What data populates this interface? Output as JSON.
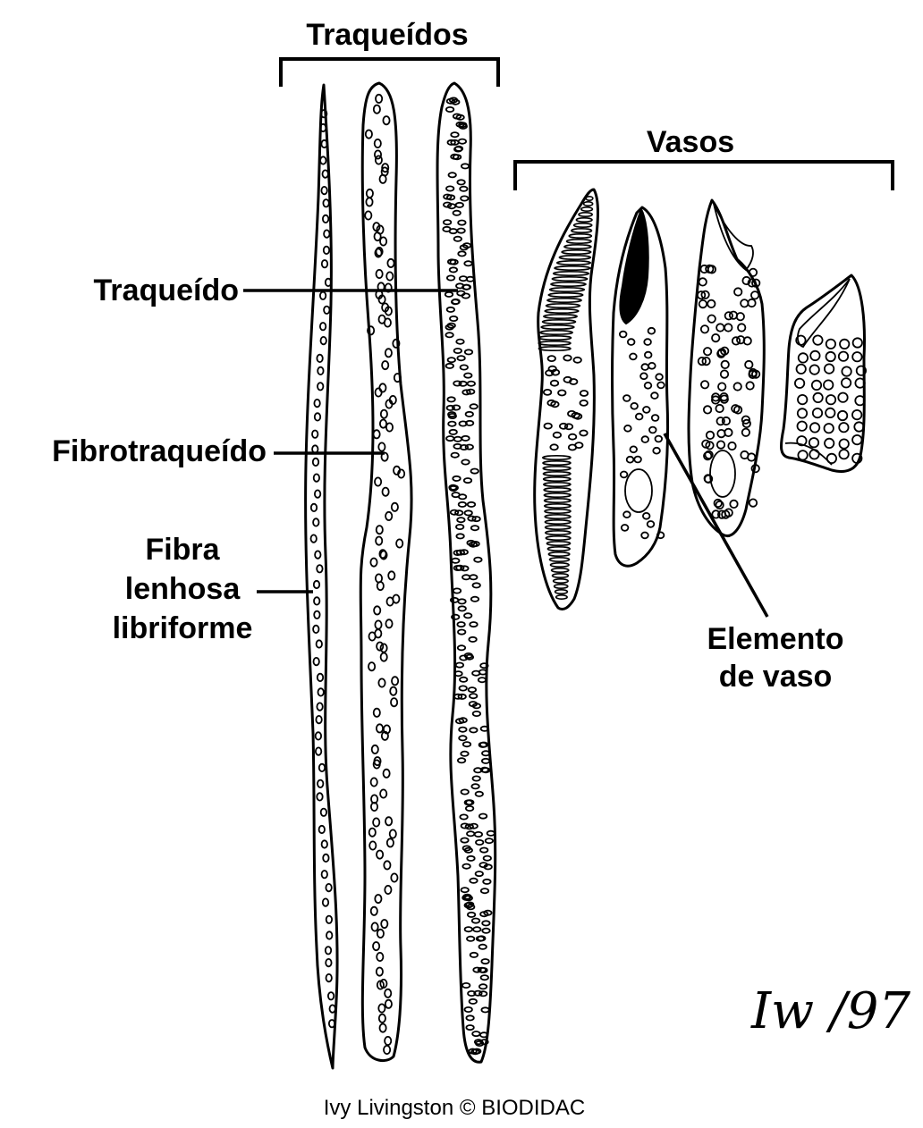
{
  "diagram": {
    "groups": {
      "tracheids_title": "Traqueídos",
      "vessels_title": "Vasos"
    },
    "labels": {
      "tracheid": "Traqueído",
      "fibrotracheid": "Fibrotraqueído",
      "fiber_line1": "Fibra",
      "fiber_line2": "lenhosa",
      "fiber_line3": "libriforme",
      "vessel_line1": "Elemento",
      "vessel_line2": "de vaso"
    },
    "signature": "Iw /97",
    "credit": "Ivy Livingston © BIODIDAC"
  },
  "colors": {
    "ink": "#000000",
    "paper": "#ffffff"
  }
}
